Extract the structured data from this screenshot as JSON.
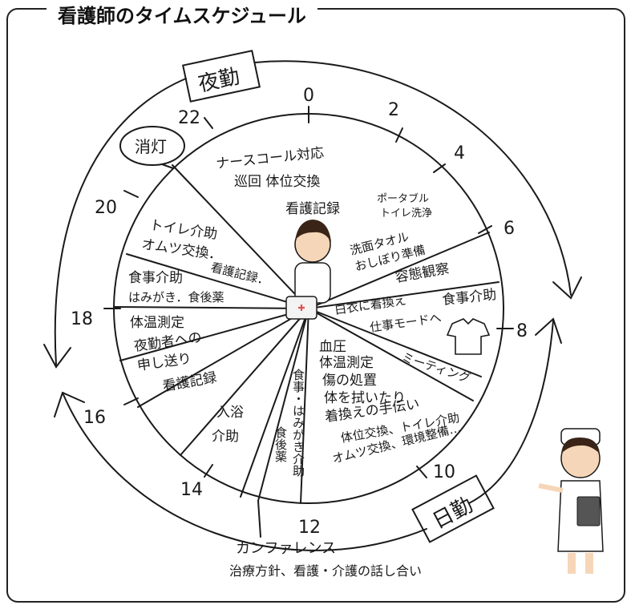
{
  "title": "看護師のタイムスケジュール",
  "shift_night": "夜勤",
  "shift_day": "日勤",
  "lights_out": "消灯",
  "hours": [
    "0",
    "2",
    "4",
    "6",
    "8",
    "10",
    "12",
    "14",
    "16",
    "18",
    "20",
    "22"
  ],
  "tasks": {
    "nurse_call": "ナースコール対応",
    "rounds": "巡回 体位交換",
    "records_night": "看護記録",
    "portable_toilet": [
      "ポータブル",
      "トイレ洗浄"
    ],
    "towel": [
      "洗面タオル",
      "おしぼり準備"
    ],
    "observation": "容態観察",
    "change_clothes": "白衣に着換え",
    "work_mode": "仕事モードへ",
    "breakfast": "食事介助",
    "meeting": "ミーティング",
    "care_list": [
      "血圧",
      "体温測定",
      "傷の処置",
      "体を拭いたり",
      "着換えの手伝い",
      "体位交換、トイレ介助",
      "オムツ交換、環境整備…"
    ],
    "lunch": [
      "食事・はみがき介助",
      "食後薬"
    ],
    "bath": [
      "入浴",
      "介助"
    ],
    "records_day": "看護記録",
    "handover": [
      "夜勤者への",
      "申し送り"
    ],
    "temp": "体温測定",
    "dinner": [
      "食事介助",
      "はみがき．食後薬"
    ],
    "evening": [
      "トイレ介助",
      "オムツ交換．",
      "看護記録．"
    ]
  },
  "conference": [
    "カンファレンス",
    "治療方針、看護・介護の話し合い"
  ]
}
